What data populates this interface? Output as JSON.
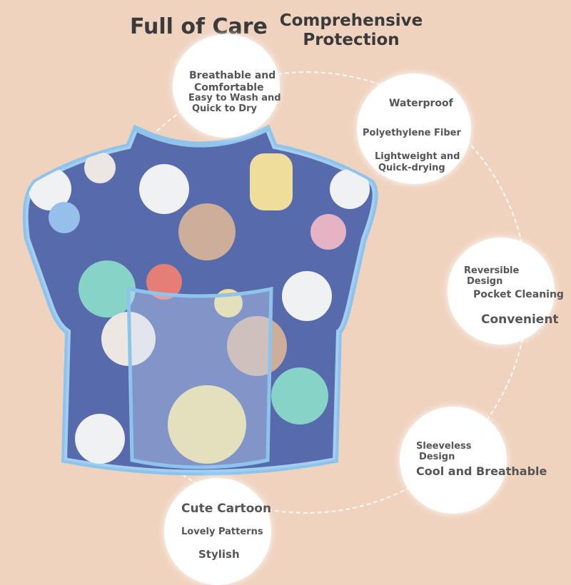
{
  "title": {
    "left": "Full of Care",
    "right": "Comprehensive Protection"
  },
  "features": {
    "top": {
      "line1": "Breathable and",
      "line2": "Comfortable",
      "line3": "Easy to Wash and",
      "line4": "Quick to Dry"
    },
    "upper_right": {
      "line1": "Waterproof",
      "line2": "Polyethylene Fiber",
      "line3": "Lightweight and",
      "line4": "Quick-drying"
    },
    "right": {
      "line1": "Reversible",
      "line2": "Design",
      "line3": "Pocket Cleaning",
      "line4": "Convenient"
    },
    "lower_right": {
      "line1": "Sleeveless",
      "line2": "Design",
      "line3": "Cool and Breathable"
    },
    "bottom": {
      "line1": "Cute Cartoon",
      "line2": "Lovely Patterns",
      "line3": "Stylish"
    }
  },
  "colors": {
    "background": "#f0d3bf",
    "bib_navy": "#2b3f8f",
    "bib_trim": "#8ec4ec",
    "text": "#555555"
  },
  "icons": [
    "bib-image"
  ]
}
